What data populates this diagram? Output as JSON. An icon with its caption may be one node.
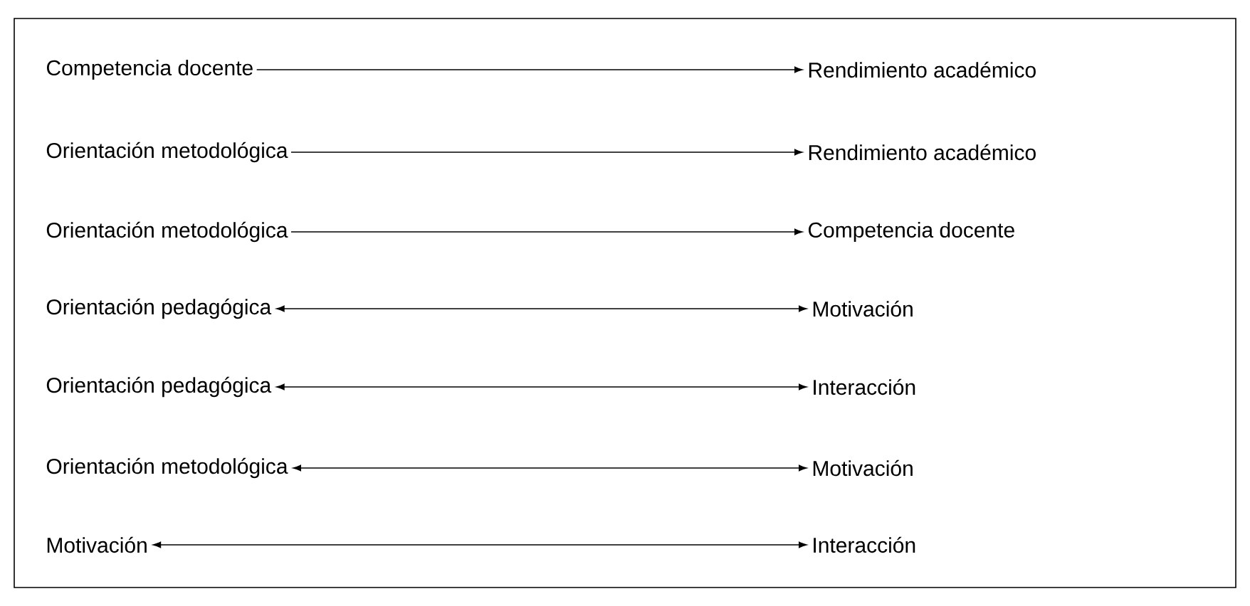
{
  "diagram": {
    "nodes": [
      {
        "text": [
          "Competencia docente"
        ]
      },
      {
        "text": [
          "Rendimiento académico"
        ]
      },
      {
        "text": [
          "Orientación metodológica"
        ]
      },
      {
        "text": [
          "Rendimiento académico"
        ]
      },
      {
        "text": [
          "Orientación metodológica"
        ]
      },
      {
        "text": [
          "Competencia docente"
        ]
      },
      {
        "text": [
          "Orientación pedagógica"
        ]
      },
      {
        "text": [
          "Motivación"
        ]
      },
      {
        "text": [
          "Orientación pedagógica"
        ]
      },
      {
        "text": [
          "Interacción"
        ]
      },
      {
        "text": [
          "Orientación metodológica"
        ]
      },
      {
        "text": [
          "Motivación"
        ]
      },
      {
        "text": [
          "Motivación"
        ]
      },
      {
        "text": [
          "Interacción"
        ]
      }
    ],
    "edges": [
      {
        "from": 0,
        "to": 1,
        "arrow": "to"
      },
      {
        "from": 2,
        "to": 3,
        "arrow": "to"
      },
      {
        "from": 4,
        "to": 5,
        "arrow": "to"
      },
      {
        "from": 6,
        "to": 7,
        "arrow": "both"
      },
      {
        "from": 8,
        "to": 9,
        "arrow": "both"
      },
      {
        "from": 10,
        "to": 11,
        "arrow": "both"
      },
      {
        "from": 12,
        "to": 13,
        "arrow": "both"
      }
    ]
  }
}
